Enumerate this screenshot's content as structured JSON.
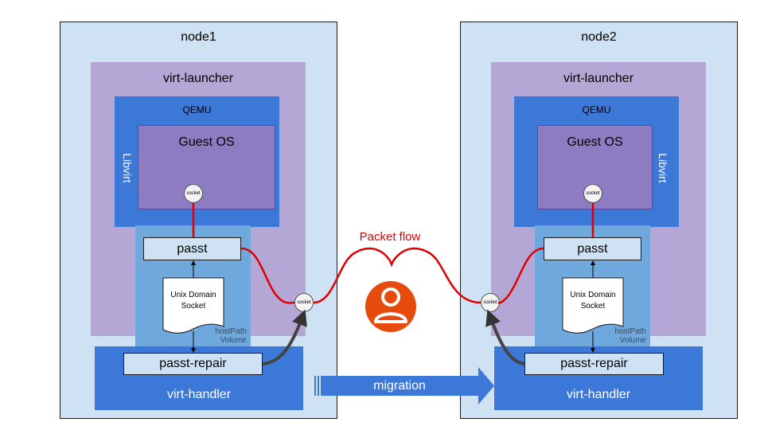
{
  "nodes": [
    {
      "name": "node1",
      "launcher": "virt-launcher",
      "qemu": "QEMU",
      "guest_os": "Guest OS",
      "libvirt": "Libvirt",
      "guest_socket": "socket",
      "passt": "passt",
      "uds_line1": "Unix Domain",
      "uds_line2": "Socket",
      "hostpath_line1": "hostPath",
      "hostpath_line2": "Volume",
      "passt_repair": "passt-repair",
      "handler": "virt-handler",
      "handler_socket": "socket"
    },
    {
      "name": "node2",
      "launcher": "virt-launcher",
      "qemu": "QEMU",
      "guest_os": "Guest OS",
      "libvirt": "Libvirt",
      "guest_socket": "socket",
      "passt": "passt",
      "uds_line1": "Unix Domain",
      "uds_line2": "Socket",
      "hostpath_line1": "hostPath",
      "hostpath_line2": "Volume",
      "passt_repair": "passt-repair",
      "handler": "virt-handler",
      "handler_socket": "socket"
    }
  ],
  "packet_flow_label": "Packet flow",
  "migration_label": "migration",
  "colors": {
    "node_bg": "#cfe2f3",
    "launcher_bg": "#b4a7d6",
    "qemu_bg": "#3c78d8",
    "guest_bg": "#8e7cc3",
    "hostpath_bg": "#6fa8dc",
    "packet_line": "#e00000",
    "person_icon": "#e64a0d"
  },
  "icons": {
    "person": "user-person-icon"
  }
}
